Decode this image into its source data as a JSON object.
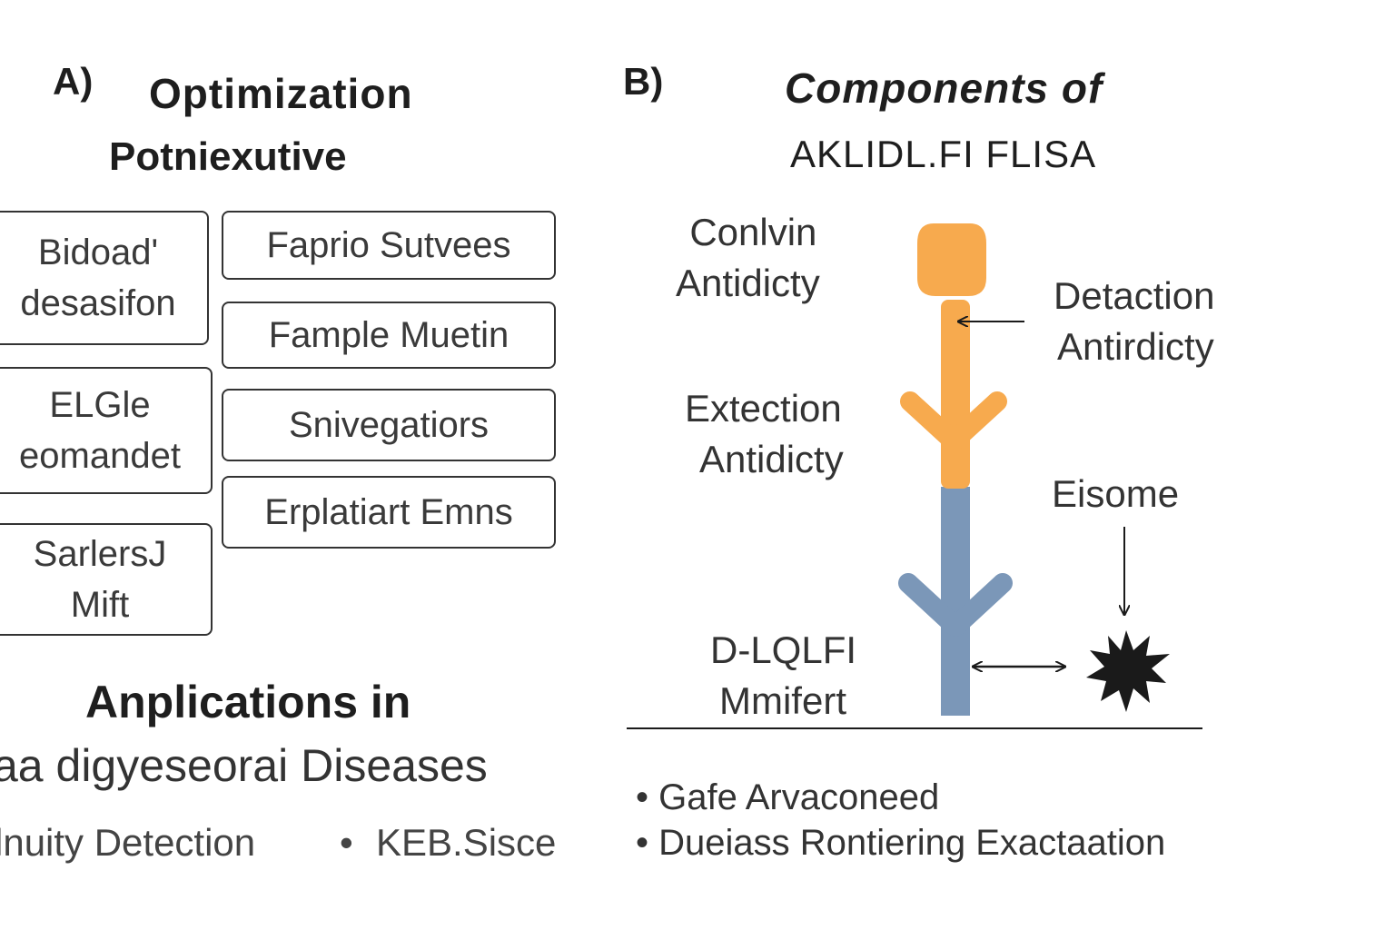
{
  "panel_a": {
    "letter": "A)",
    "title": "Optimization",
    "subtitle": "Potniexutive",
    "boxes_left": [
      {
        "line1": "Bidoad'",
        "line2": "desasifon"
      },
      {
        "line1": "ELGle",
        "line2": "eomandet"
      },
      {
        "line1": "SarlersJ",
        "line2": "Mift"
      }
    ],
    "boxes_right": [
      {
        "label": "Faprio Sutvees"
      },
      {
        "label": "Fample Muetin"
      },
      {
        "label": "Snivegatiors"
      },
      {
        "label": "Erplatiart Emns"
      }
    ],
    "applications": {
      "title": "Anplications in",
      "subtitle": "aa digyeseorai Diseases",
      "item1": "lnuity Detection",
      "bullet_glyph": "•",
      "item2": "KEB.Sisce"
    }
  },
  "panel_b": {
    "letter": "B)",
    "title": "Components of",
    "subtitle": "AKLIDL.FI FLISA",
    "labels": {
      "conv_line1": "Conlvin",
      "conv_line2": "Antidicty",
      "detection_line1": "Detaction",
      "detection_line2": "Antirdicty",
      "extection_line1": "Extection",
      "extection_line2": "Antidicty",
      "eisome": "Eisome",
      "dlql_line1": "D-LQLFI",
      "dlql_line2": "Mmifert"
    },
    "bullets": [
      "Gafe Arvaconeed",
      "Dueiass Rontiering Exactaation"
    ],
    "colors": {
      "orange": "#f7aa4e",
      "blue": "#7b97b8",
      "dark": "#1a1a1a"
    }
  }
}
